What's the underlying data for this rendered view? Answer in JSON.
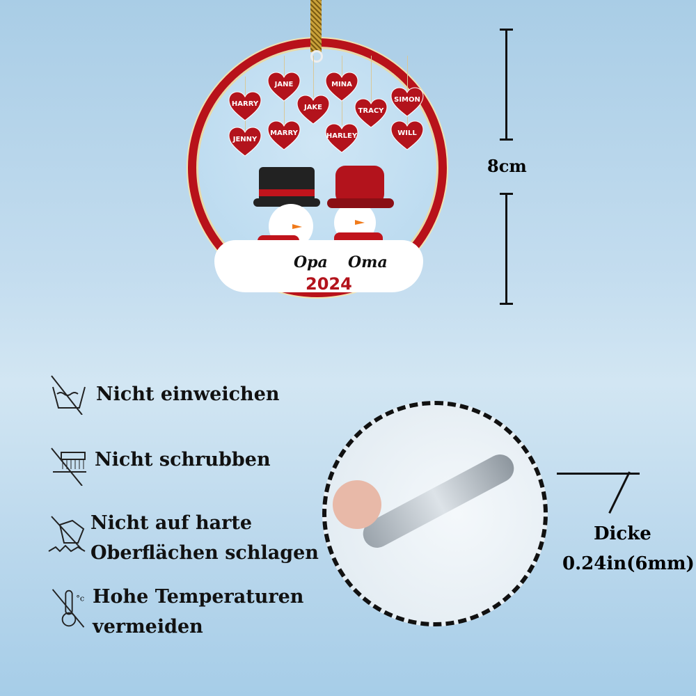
{
  "ornament": {
    "names": [
      "HARRY",
      "JANE",
      "MINA",
      "JAKE",
      "TRACY",
      "SIMON",
      "JENNY",
      "MARRY",
      "HARLEY",
      "WILL"
    ],
    "left_name": "Opa",
    "right_name": "Oma",
    "year": "2024"
  },
  "size_label": "8cm",
  "care": [
    {
      "icon": "no-soak-icon",
      "text": "Nicht einweichen"
    },
    {
      "icon": "no-scrub-icon",
      "text": "Nicht schrubben"
    },
    {
      "icon": "no-hard-impact-icon",
      "line1": "Nicht auf harte",
      "line2": "Oberflächen schlagen"
    },
    {
      "icon": "no-high-temperature-icon",
      "line1": "Hohe Temperaturen",
      "line2": "vermeiden"
    }
  ],
  "thickness": {
    "label": "Dicke",
    "value": "0.24in(6mm)"
  },
  "colors": {
    "accent_red": "#b8121a",
    "background": "#bcd9ee"
  }
}
